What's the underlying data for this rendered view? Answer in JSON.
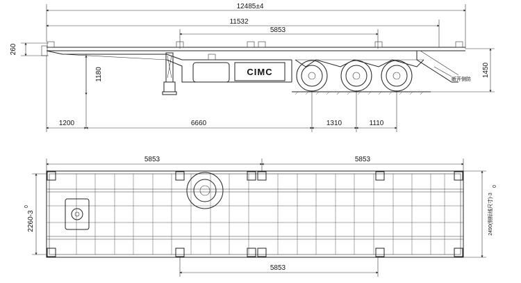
{
  "side_view": {
    "overall_length": "12485±4",
    "kingpin_to_rear": "11532",
    "container_length_top": "5853",
    "front_height": "260",
    "deck_height": "1450",
    "landing_gear_height": "1180",
    "front_overhang": "1200",
    "kingpin_to_axle": "6660",
    "axle_spacing_1": "1310",
    "axle_spacing_2": "1110",
    "brand_logo": "CIMC",
    "rear_note": "断开侧防"
  },
  "plan_view": {
    "front_section": "5853",
    "rear_section": "5853",
    "bottom_section": "5853",
    "left_width": "2260-3",
    "left_width_sup": "0",
    "right_width": "2490(侧标线尺寸)-3",
    "right_width_sup": "0"
  }
}
